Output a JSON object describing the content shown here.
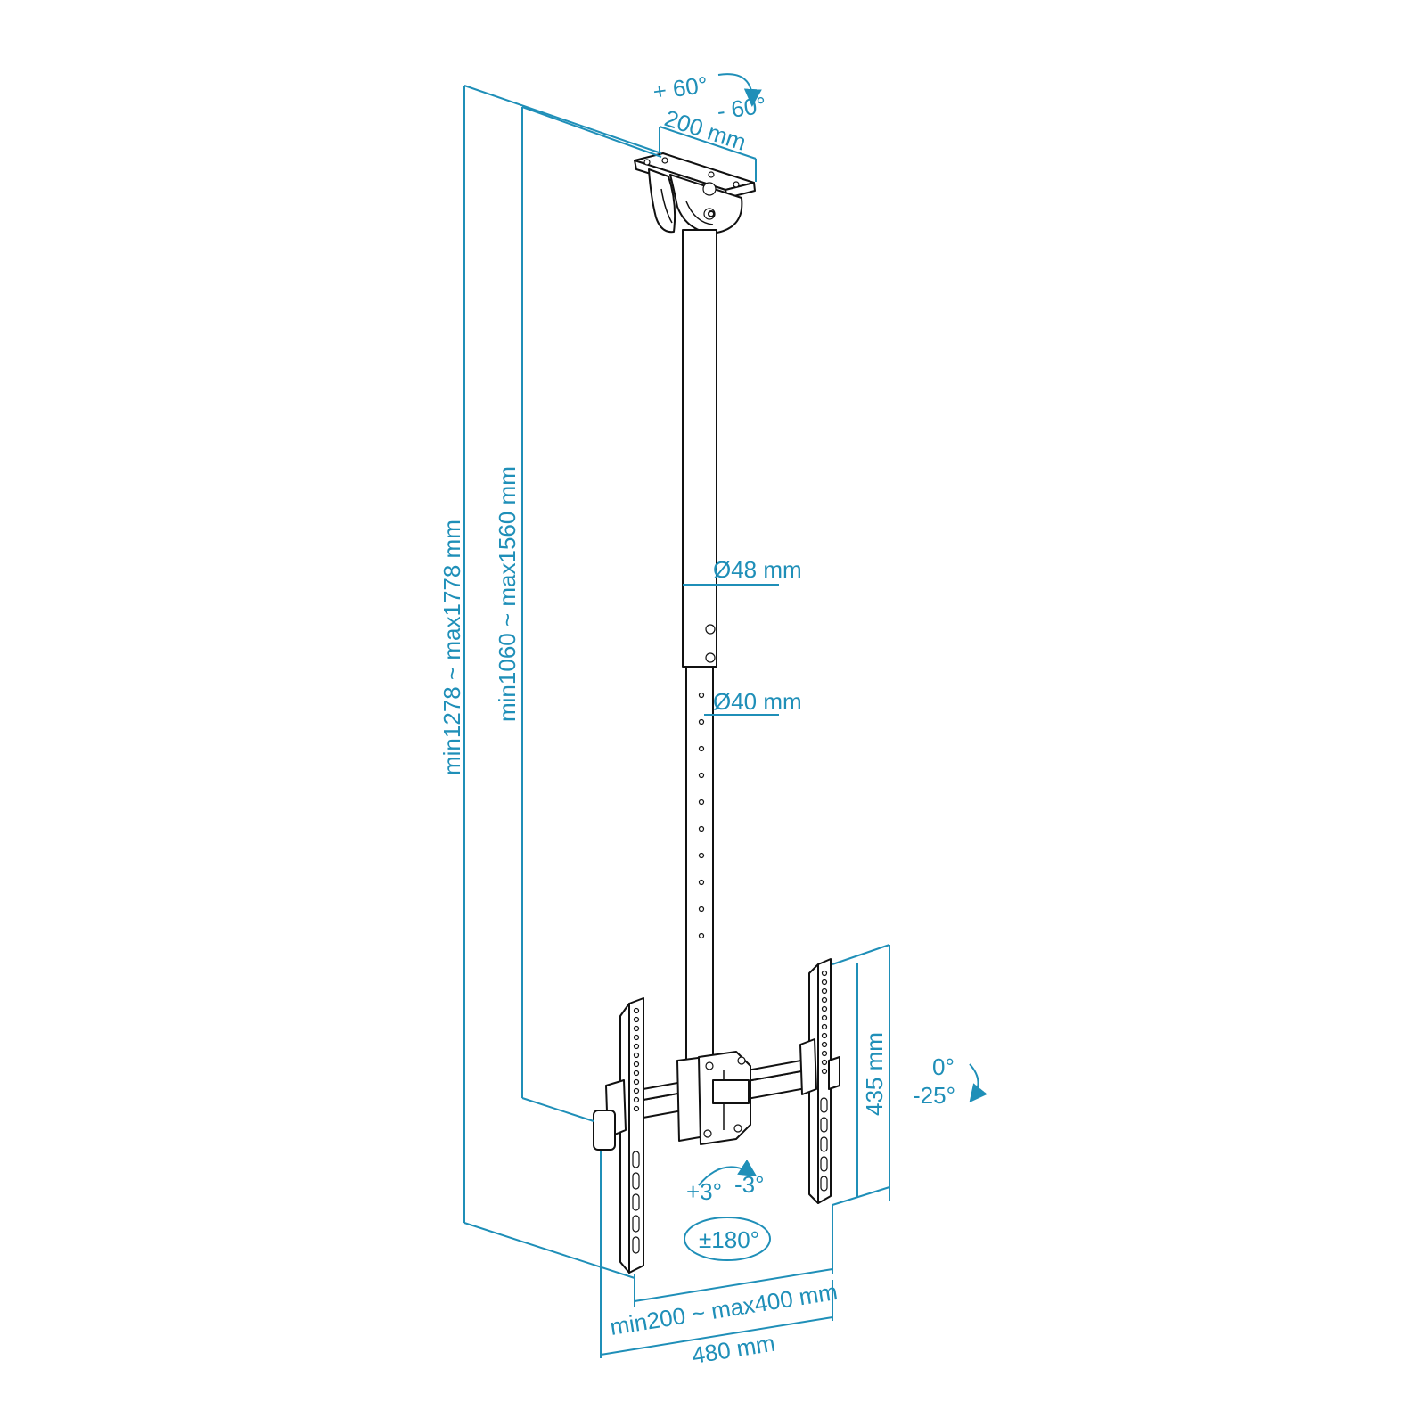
{
  "colors": {
    "dimension": "#1f8fb8",
    "outline": "#111111",
    "background": "#ffffff"
  },
  "labels": {
    "swivel_plus": "+ 60°",
    "swivel_minus": "- 60°",
    "ceiling_plate_width": "200 mm",
    "pole_outer_diameter": "Ø48 mm",
    "pole_inner_diameter": "Ø40 mm",
    "total_height": "min1278 ~ max1778 mm",
    "pole_length": "min1060 ~ max1560 mm",
    "bracket_height": "435 mm",
    "tilt_top": "0°",
    "tilt_bottom": "-25°",
    "rotation_plus": "+3°",
    "rotation_minus": "-3°",
    "swivel_full": "±180°",
    "vesa_spacing": "min200 ~ max400 mm",
    "bracket_width": "480 mm"
  }
}
